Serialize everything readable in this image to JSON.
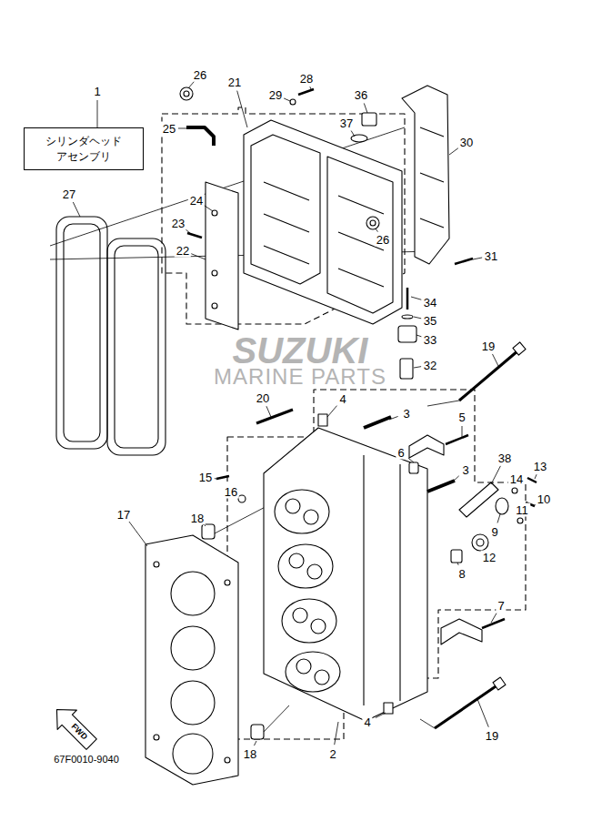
{
  "diagram": {
    "nodes": [
      {
        "text": [
          "シリンダヘッド アセンブリ"
        ]
      }
    ],
    "labels": [
      "1",
      "26",
      "28",
      "21",
      "29",
      "36",
      "37",
      "30",
      "25",
      "27",
      "24",
      "23",
      "22",
      "26",
      "31",
      "34",
      "35",
      "33",
      "19",
      "32",
      "SUZUKI",
      "MARINE PARTS",
      "20",
      "4",
      "3",
      "5",
      "6",
      "38",
      "13",
      "15",
      "16",
      "3",
      "14",
      "10",
      "11",
      "9",
      "17",
      "18",
      "12",
      "8",
      "7",
      "FWD",
      "4",
      "19",
      "2",
      "18",
      "67F0010-9040"
    ]
  }
}
